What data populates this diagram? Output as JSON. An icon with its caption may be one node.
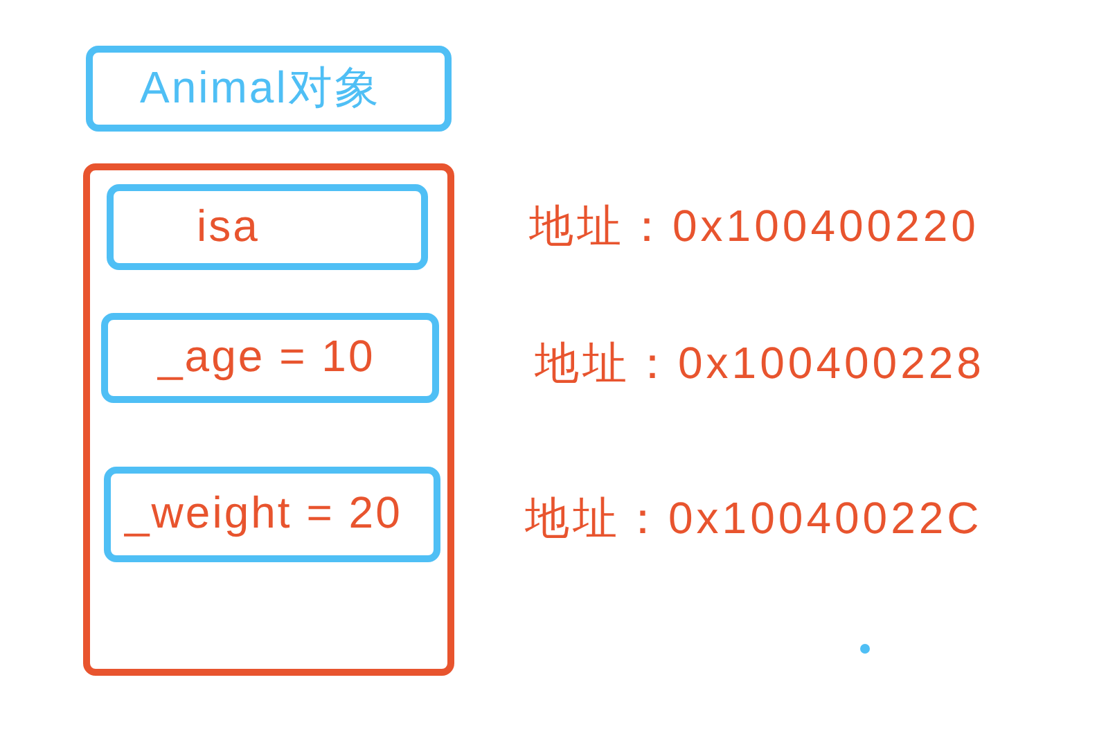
{
  "diagram": {
    "nodes": [
      {
        "text": [
          "Animal对象"
        ]
      },
      {
        "text": [],
        "shape": "box"
      },
      {
        "text": [
          "isa"
        ],
        "in": 1,
        "beside": [
          "地址：0x100400220"
        ]
      },
      {
        "text": [
          "_age = 10"
        ],
        "in": 1,
        "beside": [
          "地址：0x100400228"
        ]
      },
      {
        "text": [
          "_weight = 20"
        ],
        "in": 1,
        "beside": [
          "地址：0x10040022C"
        ]
      }
    ]
  }
}
